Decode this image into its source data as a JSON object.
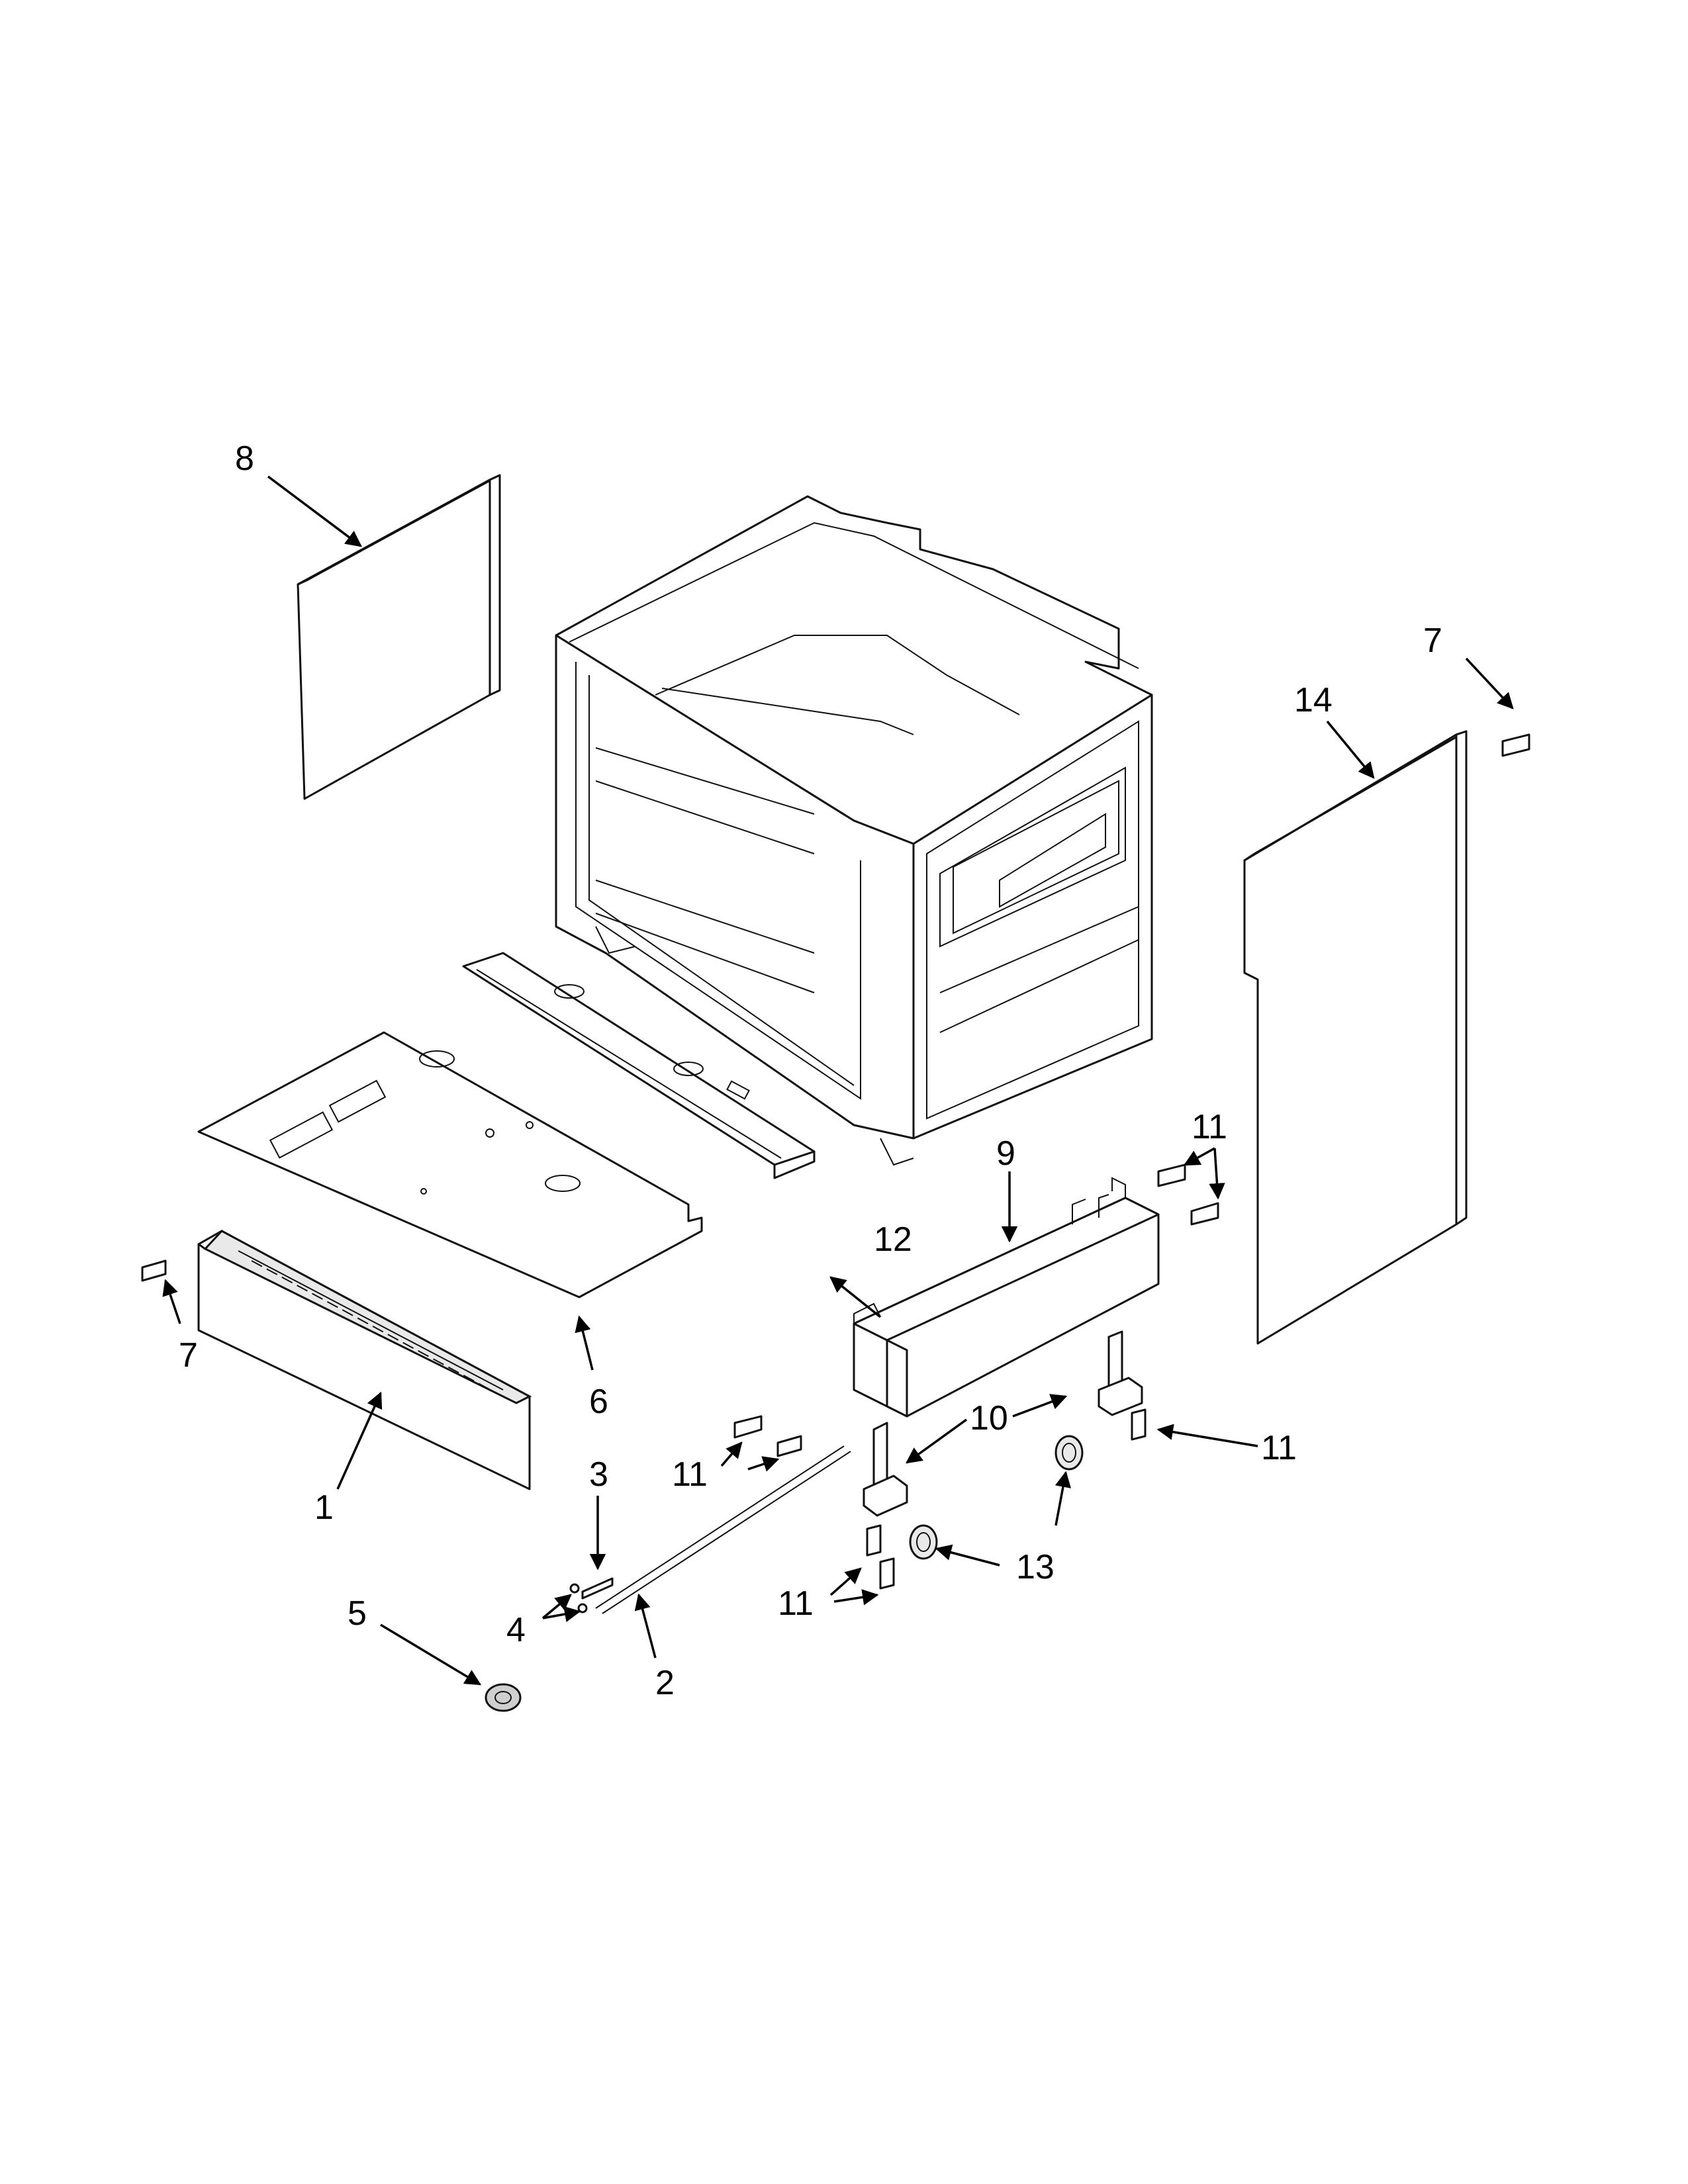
{
  "callouts": {
    "c1": "1",
    "c2": "2",
    "c3": "3",
    "c4": "4",
    "c5": "5",
    "c6": "6",
    "c7a": "7",
    "c7b": "7",
    "c8": "8",
    "c9": "9",
    "c10": "10",
    "c11a": "11",
    "c11b": "11",
    "c11c": "11",
    "c11d": "11",
    "c12": "12",
    "c13": "13",
    "c14": "14"
  }
}
